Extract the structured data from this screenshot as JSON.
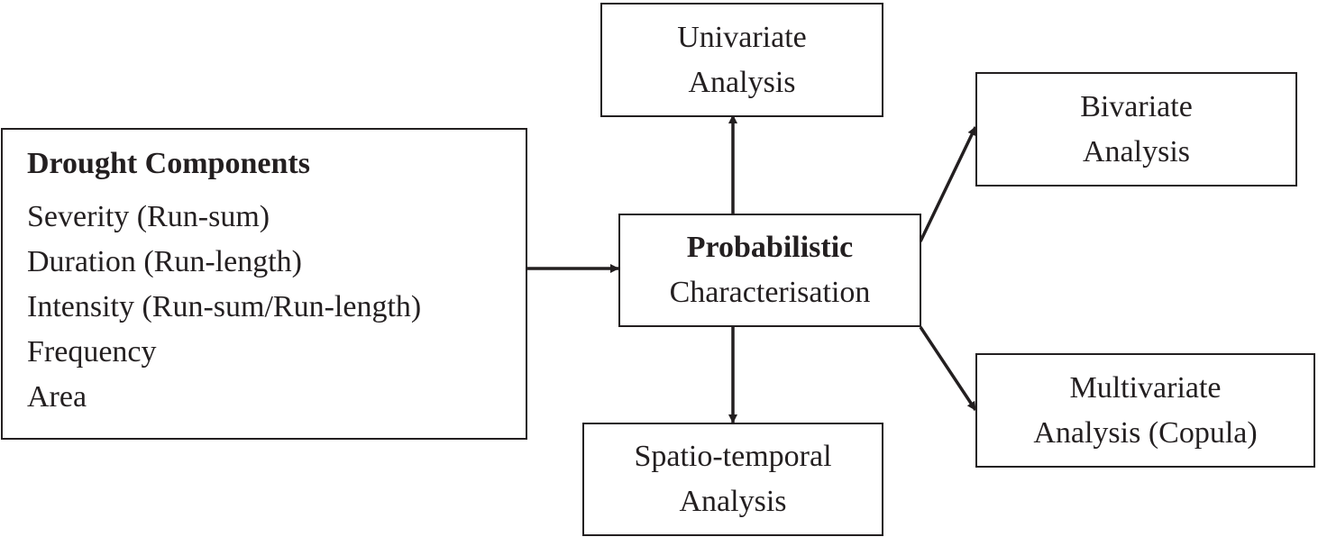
{
  "components": {
    "title": "Drought Components",
    "items": [
      "Severity (Run-sum)",
      "Duration (Run-length)",
      "Intensity (Run-sum/Run-length)",
      "Frequency",
      "Area"
    ]
  },
  "center": {
    "line1": "Probabilistic",
    "line2": "Characterisation"
  },
  "univariate": {
    "line1": "Univariate",
    "line2": "Analysis"
  },
  "bivariate": {
    "line1": "Bivariate",
    "line2": "Analysis"
  },
  "multivariate": {
    "line1": "Multivariate",
    "line2": "Analysis (Copula)"
  },
  "spatiotemporal": {
    "line1": "Spatio-temporal",
    "line2": "Analysis"
  },
  "colors": {
    "stroke": "#231f20",
    "background": "#ffffff"
  }
}
